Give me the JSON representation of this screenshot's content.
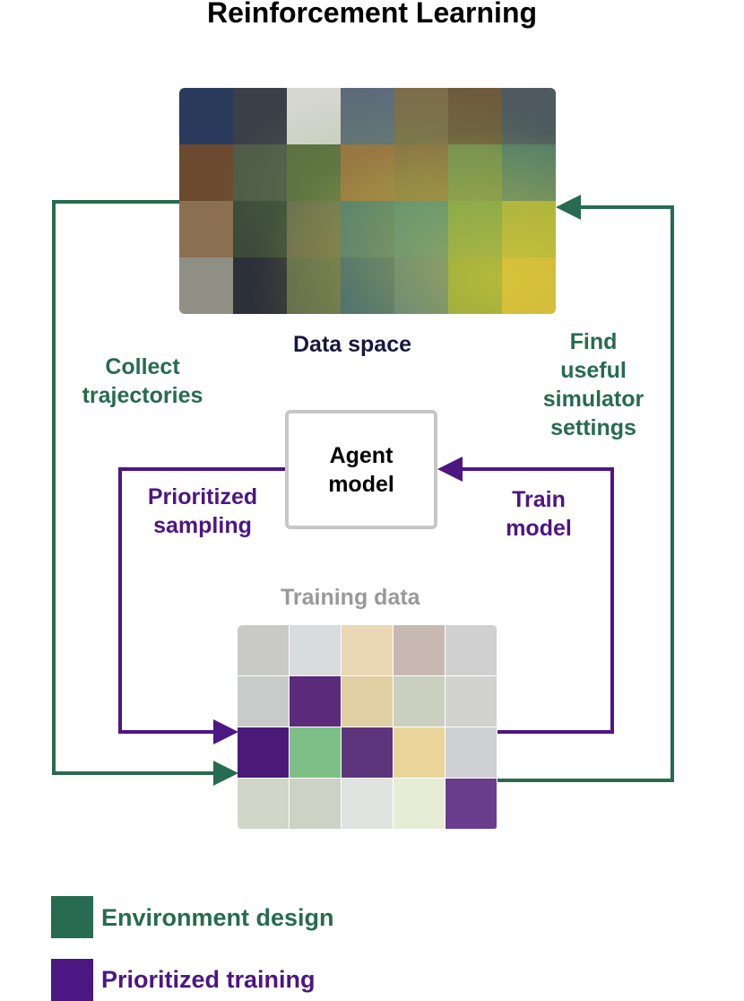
{
  "title": "Reinforcement Learning",
  "labels": {
    "data_space": "Data space",
    "collect": [
      "Collect",
      "trajectories"
    ],
    "find": [
      "Find",
      "useful",
      "simulator",
      "settings"
    ],
    "agent": [
      "Agent",
      "model"
    ],
    "prioritized_sampling": [
      "Prioritized",
      "sampling"
    ],
    "train": [
      "Train",
      "model"
    ],
    "training_data": "Training data"
  },
  "legend": [
    {
      "label": "Environment design",
      "color": "#276b50"
    },
    {
      "label": "Prioritized training",
      "color": "#4c1683"
    }
  ],
  "colors": {
    "environment_design": "#276b50",
    "prioritized_training": "#4c1683",
    "agent_box_border": "#c7c7c7",
    "training_data_label": "#999999"
  }
}
